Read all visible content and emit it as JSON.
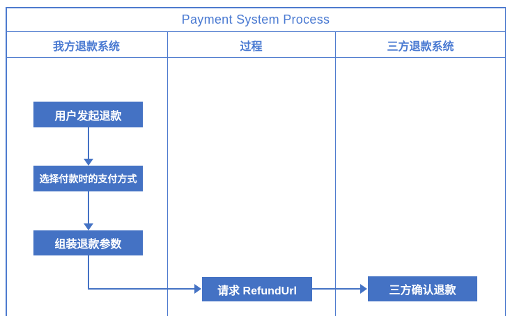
{
  "title": "Payment System Process",
  "lanes": [
    {
      "label": "我方退款系统"
    },
    {
      "label": "过程"
    },
    {
      "label": "三方退款系统"
    }
  ],
  "nodes": [
    {
      "label": "用户发起退款",
      "lane": "我方退款系统"
    },
    {
      "label": "选择付款时的支付方式",
      "lane": "我方退款系统"
    },
    {
      "label": "组装退款参数",
      "lane": "我方退款系统"
    },
    {
      "label": "请求 RefundUrl",
      "lane": "过程"
    },
    {
      "label": "三方确认退款",
      "lane": "三方退款系统"
    }
  ],
  "edges": [
    {
      "from": "用户发起退款",
      "to": "选择付款时的支付方式"
    },
    {
      "from": "选择付款时的支付方式",
      "to": "组装退款参数"
    },
    {
      "from": "组装退款参数",
      "to": "请求 RefundUrl"
    },
    {
      "from": "请求 RefundUrl",
      "to": "三方确认退款"
    }
  ],
  "colors": {
    "node_fill": "#4472c4",
    "node_text": "#ffffff",
    "connector": "#4472c4",
    "grid_line": "#4d7ace",
    "heading_text": "#4a7ad2",
    "background": "#ffffff"
  }
}
